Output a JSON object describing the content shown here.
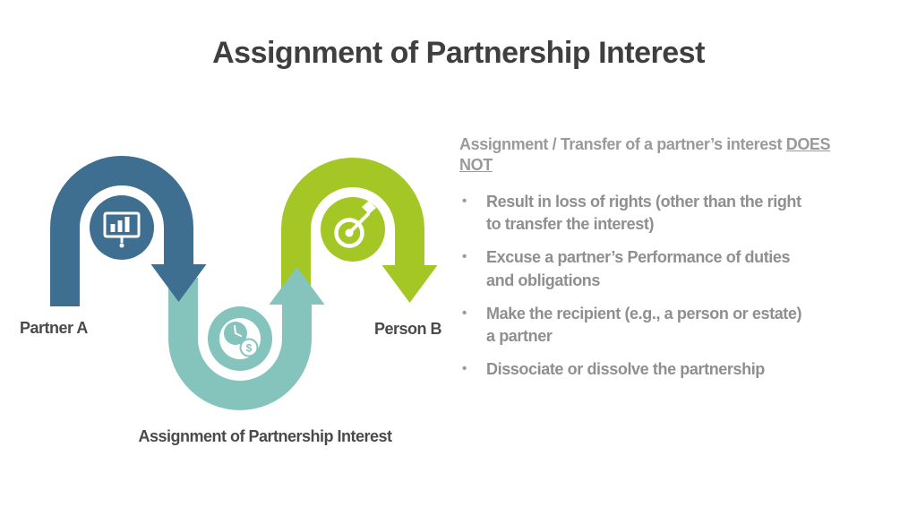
{
  "slide": {
    "title": "Assignment of Partnership Interest"
  },
  "diagram": {
    "partner_a_label": "Partner A",
    "person_b_label": "Person B",
    "caption": "Assignment of Partnership Interest",
    "coin_symbol": "$",
    "colors": {
      "blue": "#3e6f91",
      "teal": "#85c4bc",
      "green": "#a4c725",
      "icon": "#ffffff",
      "label_text": "#4a4a4a"
    },
    "icons": {
      "blue_node": "presentation-chart-icon",
      "teal_node": "time-money-icon",
      "green_node": "target-icon"
    }
  },
  "panel": {
    "heading": {
      "plain": "Assignment / Transfer of a partner’s interest ",
      "underline_line1": "DOES",
      "underline_line2": "NOT"
    },
    "bullets": [
      "Result in loss of rights (other than the right\nto transfer the interest)",
      "Excuse a partner’s Performance of duties\nand obligations",
      "Make the recipient (e.g., a person or estate)\na partner",
      "Dissociate or dissolve the partnership"
    ],
    "colors": {
      "heading": "#9a9a9a",
      "bullet": "#8f8f8f"
    }
  }
}
